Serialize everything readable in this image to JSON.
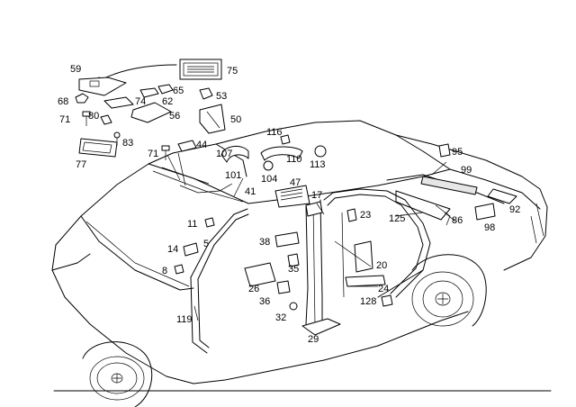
{
  "callouts": [
    {
      "id": "59",
      "text": "59"
    },
    {
      "id": "75",
      "text": "75"
    },
    {
      "id": "68",
      "text": "68"
    },
    {
      "id": "65",
      "text": "65"
    },
    {
      "id": "53",
      "text": "53"
    },
    {
      "id": "74",
      "text": "74"
    },
    {
      "id": "62",
      "text": "62"
    },
    {
      "id": "71a",
      "text": "71"
    },
    {
      "id": "80",
      "text": "80"
    },
    {
      "id": "56",
      "text": "56"
    },
    {
      "id": "50",
      "text": "50"
    },
    {
      "id": "83",
      "text": "83"
    },
    {
      "id": "77",
      "text": "77"
    },
    {
      "id": "71b",
      "text": "71"
    },
    {
      "id": "44",
      "text": "44"
    },
    {
      "id": "116",
      "text": "116"
    },
    {
      "id": "107",
      "text": "107"
    },
    {
      "id": "110",
      "text": "110"
    },
    {
      "id": "113",
      "text": "113"
    },
    {
      "id": "101",
      "text": "101"
    },
    {
      "id": "104",
      "text": "104"
    },
    {
      "id": "95",
      "text": "95"
    },
    {
      "id": "99",
      "text": "99"
    },
    {
      "id": "41",
      "text": "41"
    },
    {
      "id": "47",
      "text": "47"
    },
    {
      "id": "17",
      "text": "17"
    },
    {
      "id": "125",
      "text": "125"
    },
    {
      "id": "86",
      "text": "86"
    },
    {
      "id": "92",
      "text": "92"
    },
    {
      "id": "98",
      "text": "98"
    },
    {
      "id": "11",
      "text": "11"
    },
    {
      "id": "23",
      "text": "23"
    },
    {
      "id": "5",
      "text": "5"
    },
    {
      "id": "14",
      "text": "14"
    },
    {
      "id": "38",
      "text": "38"
    },
    {
      "id": "20",
      "text": "20"
    },
    {
      "id": "35",
      "text": "35"
    },
    {
      "id": "8",
      "text": "8"
    },
    {
      "id": "26",
      "text": "26"
    },
    {
      "id": "24",
      "text": "24"
    },
    {
      "id": "36",
      "text": "36"
    },
    {
      "id": "128",
      "text": "128"
    },
    {
      "id": "32",
      "text": "32"
    },
    {
      "id": "119",
      "text": "119"
    },
    {
      "id": "29",
      "text": "29"
    }
  ]
}
